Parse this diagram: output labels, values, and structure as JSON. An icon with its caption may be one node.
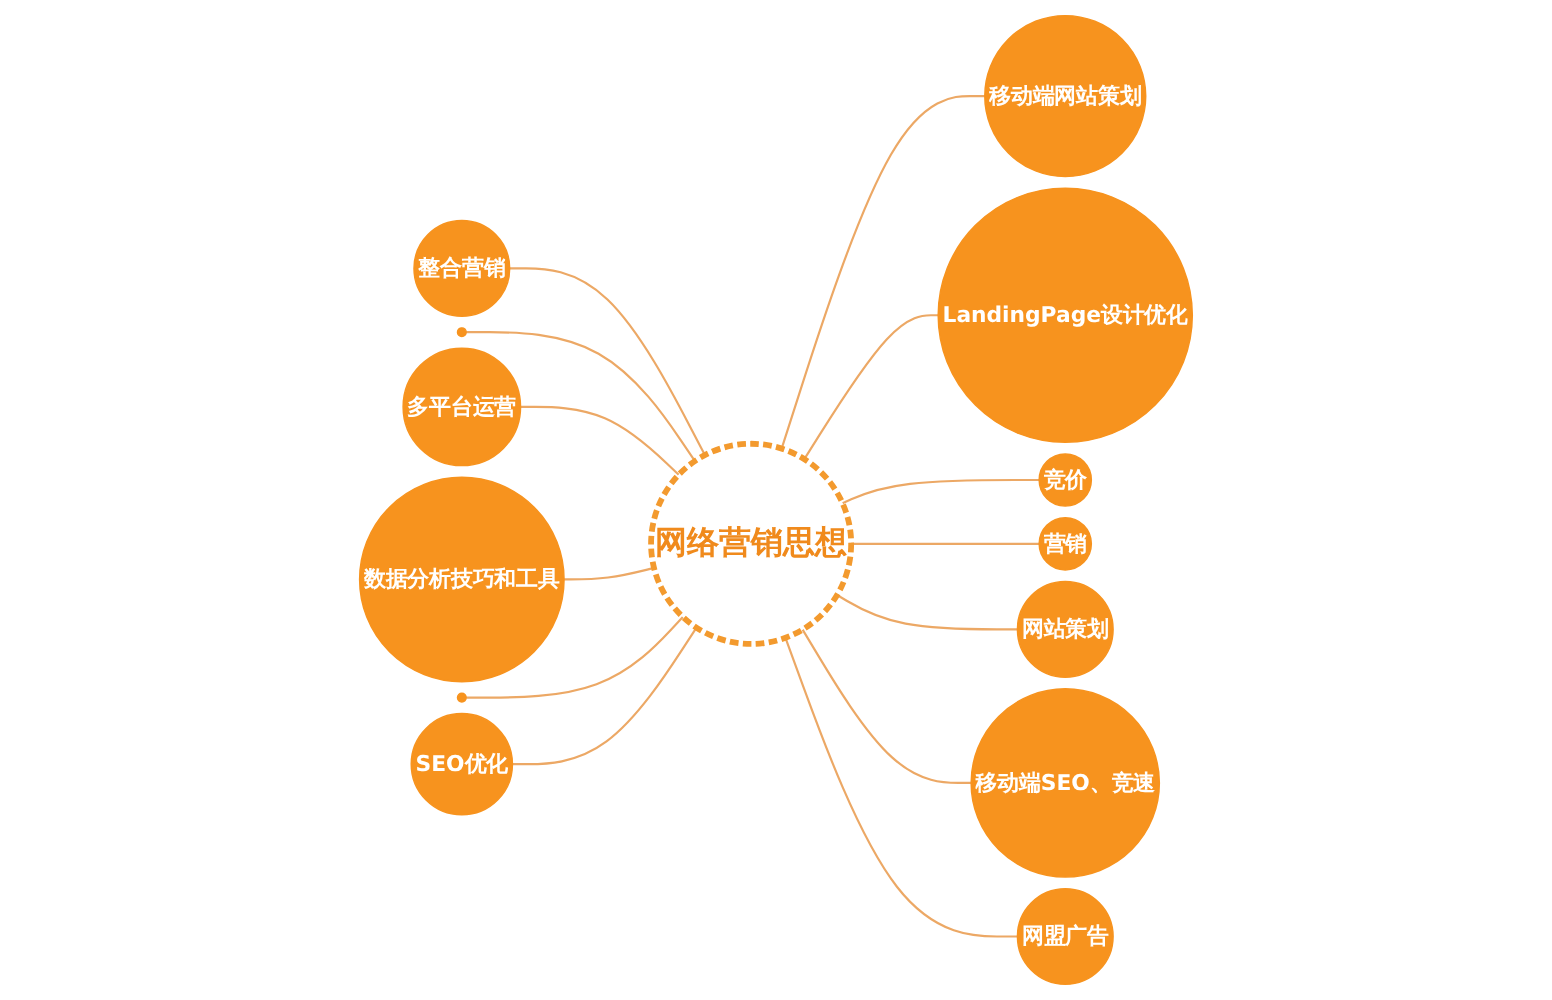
{
  "diagram": {
    "nodes": [
      {
        "text": [
          "网络营销思想"
        ]
      },
      {
        "text": [
          "整合营销"
        ]
      },
      {
        "text": [
          "移动端网站策划"
        ]
      },
      {
        "text": [
          "LandingPage设计优化"
        ]
      },
      {
        "text": [
          "竞价"
        ]
      },
      {
        "text": [
          "营销"
        ]
      },
      {
        "text": [],
        "shape": "circle"
      },
      {
        "text": [
          "多平台运营"
        ]
      },
      {
        "text": [
          "网站策划"
        ]
      },
      {
        "text": [
          "数据分析技巧和工具"
        ]
      },
      {
        "text": [
          "移动端SEO、竞速"
        ]
      },
      {
        "text": [
          "网盟广告"
        ]
      },
      {
        "text": [],
        "shape": "circle"
      },
      {
        "text": [
          "SEO优化"
        ]
      }
    ],
    "edges": [
      {
        "from": 1,
        "to": 0,
        "arrow": "none"
      },
      {
        "from": 0,
        "to": 2,
        "arrow": "none"
      },
      {
        "from": 0,
        "to": 3,
        "arrow": "none"
      },
      {
        "from": 0,
        "to": 4,
        "arrow": "none"
      },
      {
        "from": 0,
        "to": 5,
        "arrow": "none"
      },
      {
        "from": 6,
        "to": 0,
        "arrow": "none"
      },
      {
        "from": 7,
        "to": 0,
        "arrow": "none"
      },
      {
        "from": 0,
        "to": 8,
        "arrow": "none"
      },
      {
        "from": 9,
        "to": 0,
        "arrow": "none"
      },
      {
        "from": 0,
        "to": 10,
        "arrow": "none"
      },
      {
        "from": 0,
        "to": 11,
        "arrow": "none"
      },
      {
        "from": 12,
        "to": 0,
        "arrow": "none"
      },
      {
        "from": 13,
        "to": 0,
        "arrow": "none"
      }
    ]
  }
}
